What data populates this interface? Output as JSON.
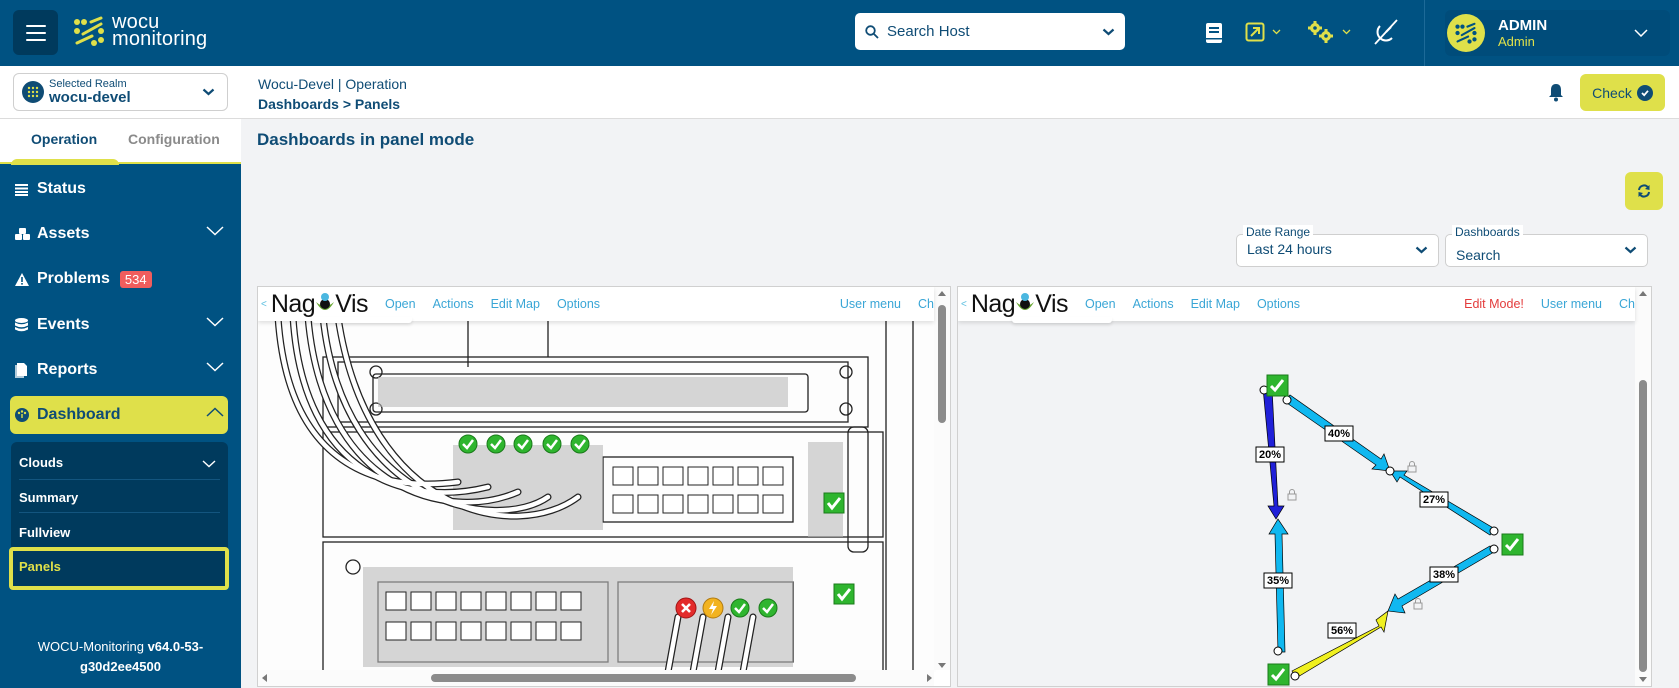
{
  "topbar": {
    "logo_line1": "wocu",
    "logo_line2": "monitoring",
    "search_placeholder": "Search Host",
    "icons": [
      "book-icon",
      "external-link-icon",
      "gears-icon",
      "satellite-off-icon"
    ],
    "user": {
      "name": "ADMIN",
      "role": "Admin"
    }
  },
  "realm": {
    "label": "Selected Realm",
    "value": "wocu-devel"
  },
  "breadcrumb": {
    "line1": "Wocu-Devel | Operation",
    "section": "Dashboards",
    "separator": ">",
    "page": "Panels"
  },
  "actions": {
    "check_label": "Check"
  },
  "sidebar": {
    "tabs": [
      {
        "label": "Operation",
        "active": true
      },
      {
        "label": "Configuration",
        "active": false
      }
    ],
    "items": [
      {
        "label": "Status",
        "icon": "list-icon"
      },
      {
        "label": "Assets",
        "icon": "cubes-icon"
      },
      {
        "label": "Problems",
        "icon": "warning-icon",
        "badge": "534"
      },
      {
        "label": "Events",
        "icon": "database-icon"
      },
      {
        "label": "Reports",
        "icon": "copy-icon"
      },
      {
        "label": "Dashboard",
        "icon": "dashboard-icon",
        "active": true
      }
    ],
    "submenu": [
      {
        "label": "Clouds"
      },
      {
        "label": "Summary"
      },
      {
        "label": "Fullview"
      },
      {
        "label": "Panels",
        "active": true
      }
    ],
    "version_prefix": "WOCU-Monitoring ",
    "version_line1": "v64.0-53-",
    "version_line2": "g30d2ee4500"
  },
  "main": {
    "title": "Dashboards in panel mode",
    "date_range": {
      "label": "Date Range",
      "value": "Last 24 hours"
    },
    "dashboards": {
      "label": "Dashboards",
      "value": "Search"
    }
  },
  "nagvis": {
    "logo_left": "Nag",
    "logo_right": "Vis",
    "menu": [
      "Open",
      "Actions",
      "Edit Map",
      "Options"
    ],
    "user_menu": "User menu",
    "truncated": "Ch",
    "edit_mode": "Edit Mode!"
  },
  "panel_left": {
    "status_icons_row1": [
      "ok",
      "ok",
      "ok",
      "ok",
      "ok"
    ],
    "status_icons_row2": [
      "critical",
      "warning",
      "ok",
      "ok"
    ],
    "host_icons": [
      "ok",
      "ok"
    ]
  },
  "panel_right": {
    "links": [
      {
        "label": "20%",
        "color": "#2020d8"
      },
      {
        "label": "40%",
        "color": "#10b8f0"
      },
      {
        "label": "27%",
        "color": "#10b8f0"
      },
      {
        "label": "35%",
        "color": "#10b8f0"
      },
      {
        "label": "38%",
        "color": "#10b8f0"
      },
      {
        "label": "56%",
        "color": "#f0f020"
      }
    ]
  },
  "colors": {
    "brand": "#005282",
    "accent": "#dfe04a",
    "text": "#0f4c75",
    "badge": "#f05d5d"
  }
}
